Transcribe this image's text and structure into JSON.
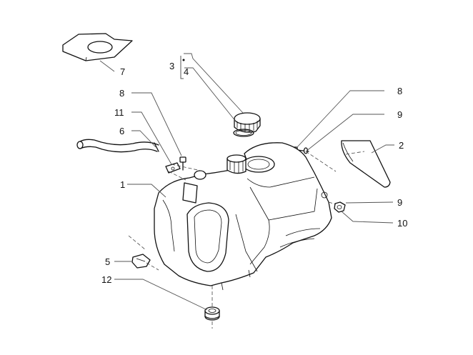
{
  "callouts": {
    "c1": "1",
    "c2": "2",
    "c3": "3",
    "c4": "4",
    "c5": "5",
    "c6": "6",
    "c7": "7",
    "c8a": "8",
    "c8b": "8",
    "c9a": "9",
    "c9b": "9",
    "c10": "10",
    "c11": "11",
    "c12": "12"
  }
}
